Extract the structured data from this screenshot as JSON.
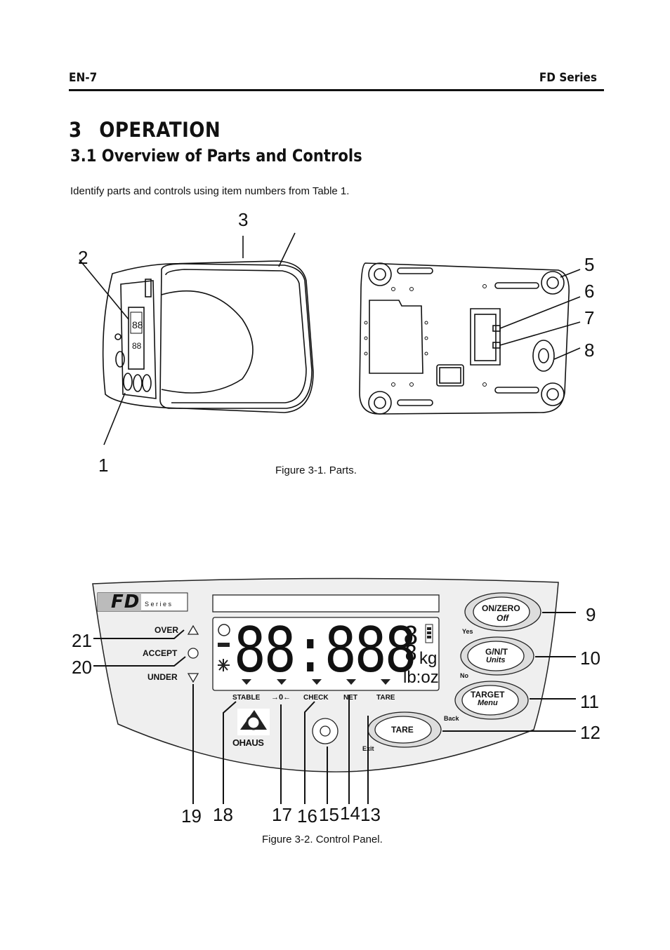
{
  "header": {
    "page_number": "EN-7",
    "series": "FD Series"
  },
  "section": {
    "number": "3",
    "title": "OPERATION"
  },
  "subsection": {
    "title": "3.1 Overview of Parts and Controls"
  },
  "intro": "Identify parts and controls using item numbers from Table 1.",
  "figure1": {
    "caption": "Figure 3-1. Parts.",
    "callouts": [
      "1",
      "2",
      "3",
      "5",
      "6",
      "7",
      "8"
    ]
  },
  "figure2": {
    "caption": "Figure 3-2. Control Panel.",
    "brand": "FD",
    "series_label": "S e r i e s",
    "indicators": {
      "over": "OVER",
      "accept": "ACCEPT",
      "under": "UNDER"
    },
    "status_labels": {
      "stable": "STABLE",
      "zero": "→0←",
      "check": "CHECK",
      "net": "NET",
      "tare": "TARE"
    },
    "display": {
      "digits": "88:888",
      "unit_kg": "kg",
      "unit_lboz": "lb:oz"
    },
    "logo": "OHAUS",
    "buttons": {
      "on_zero": {
        "label": "ON/ZERO",
        "sub": "Off",
        "side": "Yes"
      },
      "gnt": {
        "label": "G/N/T",
        "sub": "Units",
        "side": "No"
      },
      "target": {
        "label": "TARGET",
        "sub": "Menu",
        "side": "Back"
      },
      "tare": {
        "label": "TARE",
        "side": "Exit"
      }
    },
    "callouts": {
      "c9": "9",
      "c10": "10",
      "c11": "11",
      "c12": "12",
      "c13": "13",
      "c14": "14",
      "c15": "15",
      "c16": "16",
      "c17": "17",
      "c18": "18",
      "c19": "19",
      "c20": "20",
      "c21": "21"
    }
  }
}
